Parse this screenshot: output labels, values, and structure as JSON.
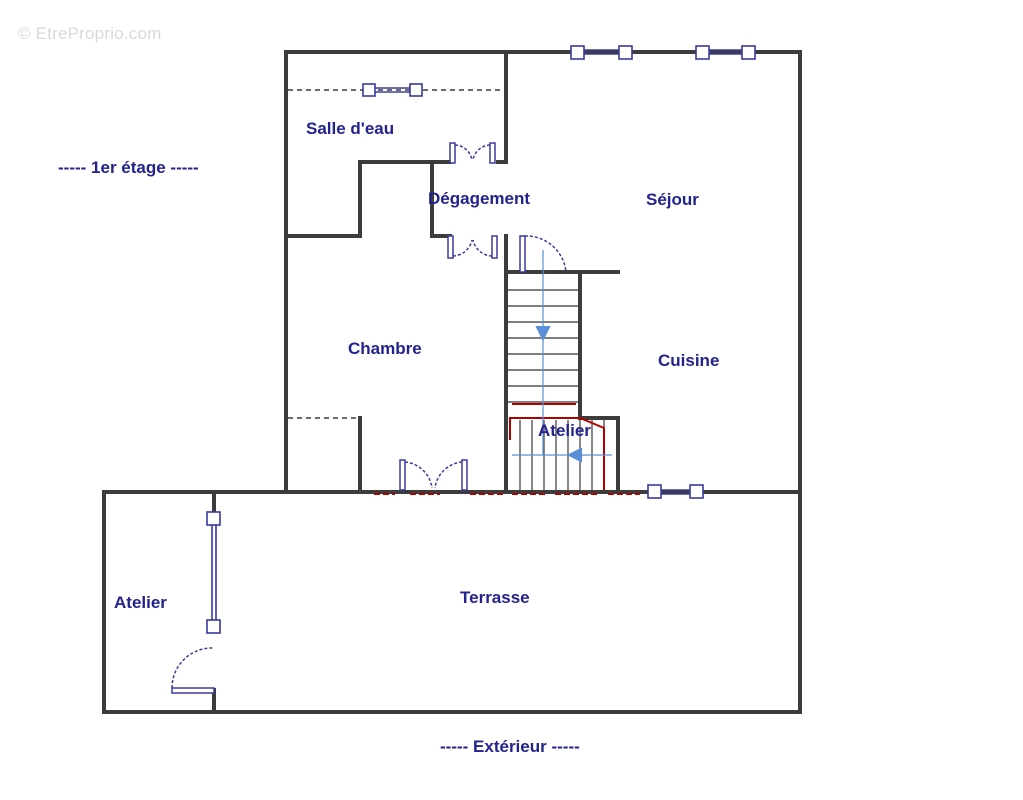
{
  "watermark": "© EtreProprio.com",
  "rooms": {
    "salle_deau": "Salle d'eau",
    "degagement": "Dégagement",
    "sejour": "Séjour",
    "chambre": "Chambre",
    "cuisine": "Cuisine",
    "atelier_stairs": "Atelier",
    "atelier_left": "Atelier",
    "terrasse": "Terrasse"
  },
  "captions": {
    "floor": "----- 1er étage -----",
    "exterior": "----- Extérieur -----"
  },
  "colors": {
    "wall": "#3c3c3c",
    "label": "#23238e",
    "window": "#3a3aa0",
    "stair_red": "#b00000",
    "stair_arrow": "#5a8fd8"
  }
}
